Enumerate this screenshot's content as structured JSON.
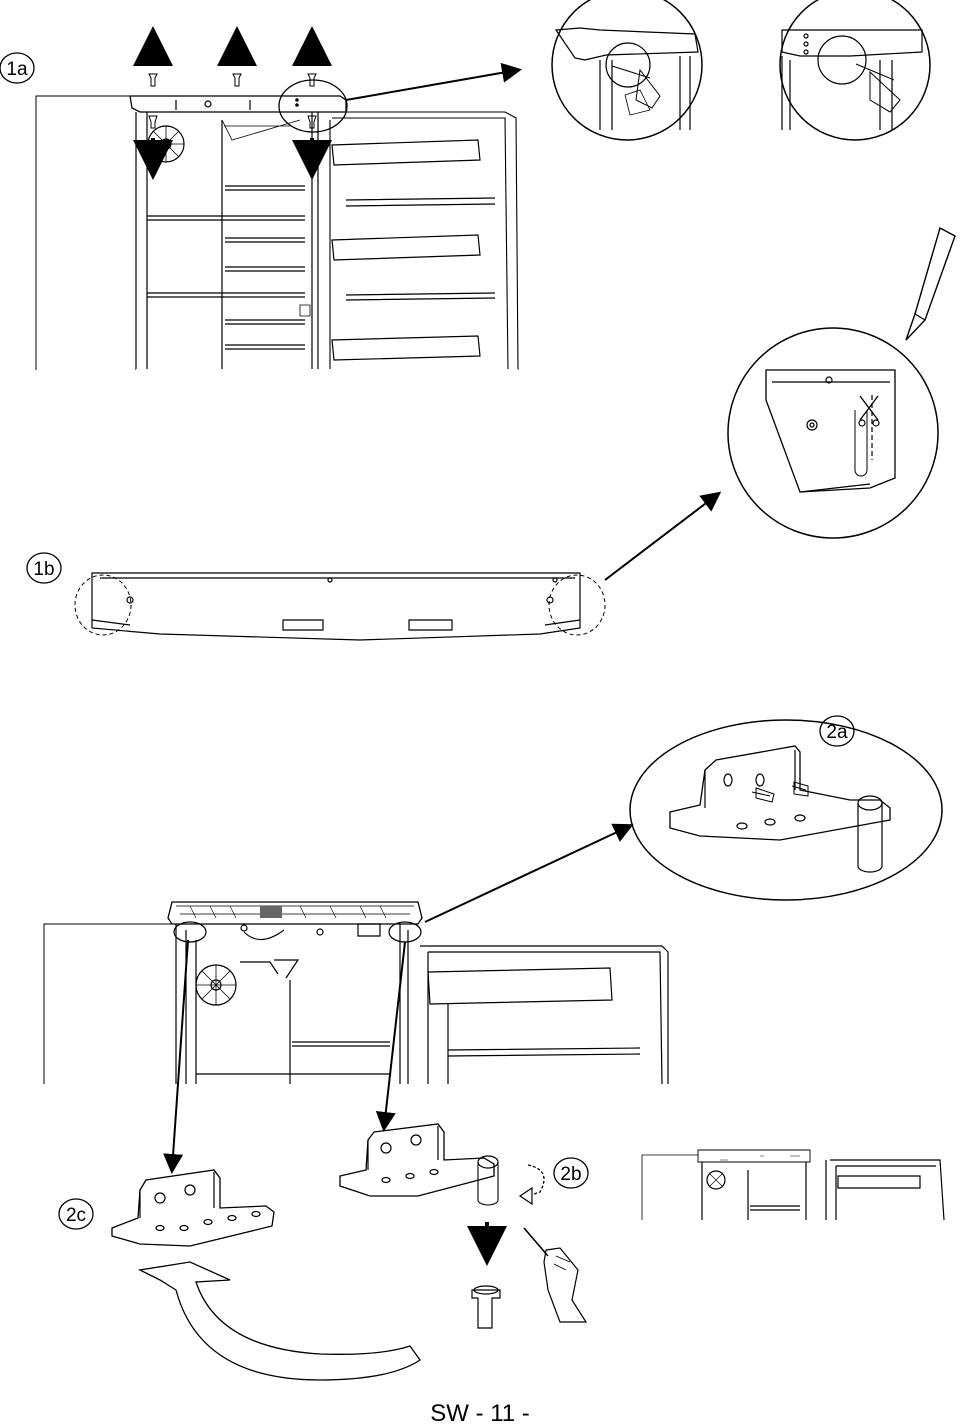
{
  "steps": {
    "s1a": "1a",
    "s1b": "1b",
    "s2a": "2a",
    "s2b": "2b",
    "s2c": "2c"
  },
  "footer": "SW - 11 -",
  "colors": {
    "line": "#000000",
    "hatch": "#666666",
    "background": "#ffffff"
  }
}
